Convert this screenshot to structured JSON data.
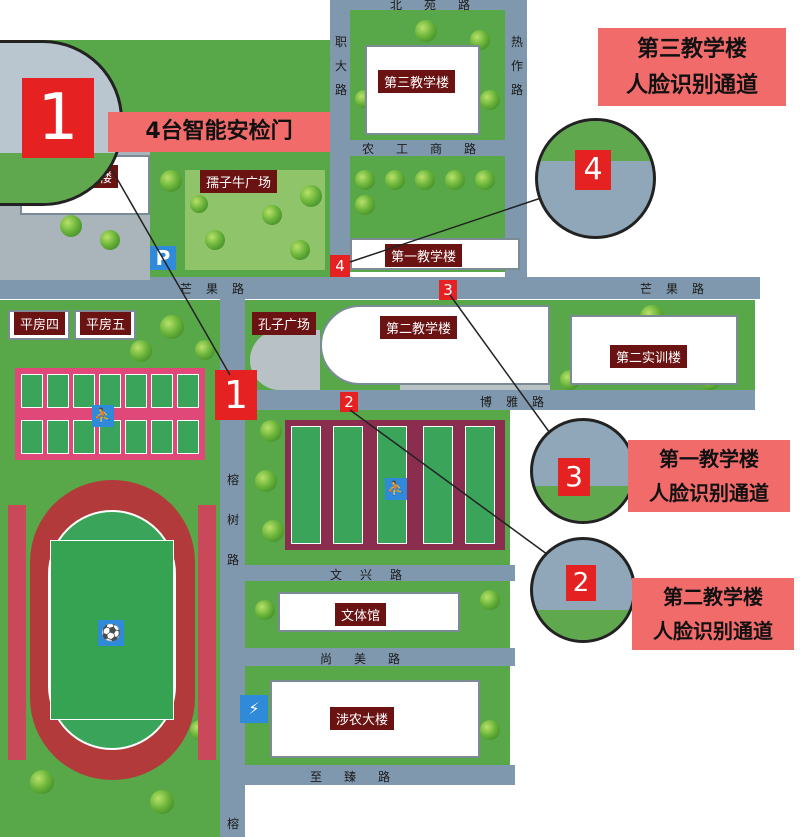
{
  "callouts": {
    "gate_count": "4台智能安检门",
    "third_building": [
      "第三教学楼",
      "人脸识别通道"
    ],
    "first_building": [
      "第一教学楼",
      "人脸识别通道"
    ],
    "second_building": [
      "第二教学楼",
      "人脸识别通道"
    ]
  },
  "markers": {
    "m1": "1",
    "m2": "2",
    "m3": "3",
    "m4": "4"
  },
  "buildings": {
    "third": "第三教学楼",
    "first": "第一教学楼",
    "second": "第二教学楼",
    "training2": "第二实训楼",
    "gym": "文体馆",
    "shenong": "涉农大楼",
    "house4": "平房四",
    "house5": "平房五",
    "confucius": "孔子广场",
    "ruzi": "孺子牛广场",
    "partial_left": "合楼"
  },
  "roads": {
    "beiyuan": "北苑路",
    "zhiyuan": "职大路",
    "rezuo": "热作路",
    "nonggong": "农工商路",
    "mangguo": "芒果路",
    "mangguo2": "芒果路",
    "boya": "博雅路",
    "rongshu": "榕树路",
    "wenxing": "文兴路",
    "shangmei": "尚美路",
    "zhishan": "至臻路",
    "rong_bottom": "榕"
  },
  "icons": [
    "parking-icon",
    "basketball-icon",
    "football-icon",
    "ev-charging-icon"
  ],
  "colors": {
    "marker": "#e62121",
    "callout_bg": "#f26b6b",
    "label_bg": "#6b1212",
    "road": "#7f98ad",
    "lawn": "#58a84a"
  }
}
